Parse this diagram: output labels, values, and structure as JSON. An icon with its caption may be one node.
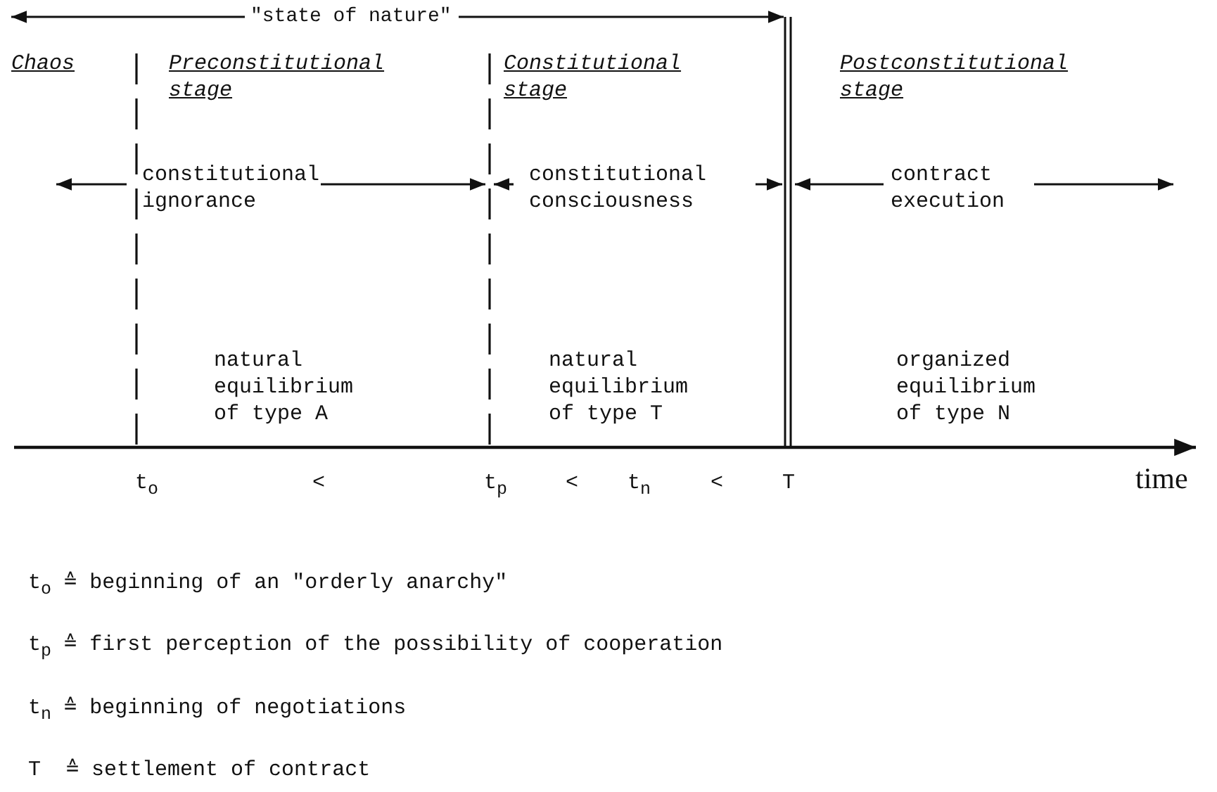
{
  "diagram": {
    "labels": [
      "\"state of nature\"",
      "Chaos",
      "Preconstitutional stage",
      "Constitutional stage",
      "Postconstitutional stage",
      "constitutional ignorance",
      "constitutional consciousness",
      "contract execution",
      "natural equilibrium of type A",
      "natural equilibrium of type T",
      "organized equilibrium of type N",
      "t$_{o}$",
      "<",
      "t$_{p}$",
      "<",
      "t$_{n}$",
      "<",
      "T",
      "time",
      "t$_{o}$ ≙ beginning of an \"orderly anarchy\"",
      "t$_{p}$ ≙ first perception of the possibility of cooperation",
      "t$_{n}$ ≙ beginning of negotiations",
      "T  ≙ settlement of contract"
    ]
  }
}
